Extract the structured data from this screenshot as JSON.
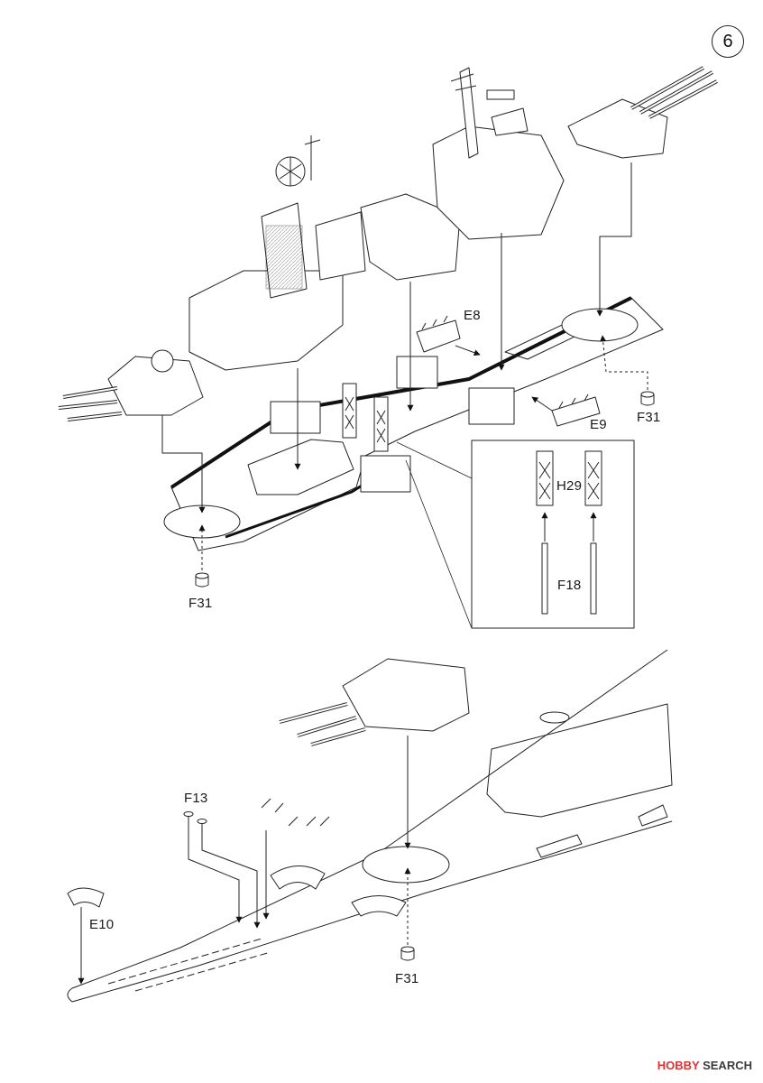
{
  "step_number": "6",
  "labels": {
    "e8": "E8",
    "e9": "E9",
    "f31_right": "F31",
    "f31_left": "F31",
    "h29": "H29",
    "f18": "F18",
    "f13": "F13",
    "e10": "E10",
    "f31_bottom": "F31"
  },
  "watermark": {
    "brand": "HOBBY",
    "suffix": "SEARCH"
  }
}
